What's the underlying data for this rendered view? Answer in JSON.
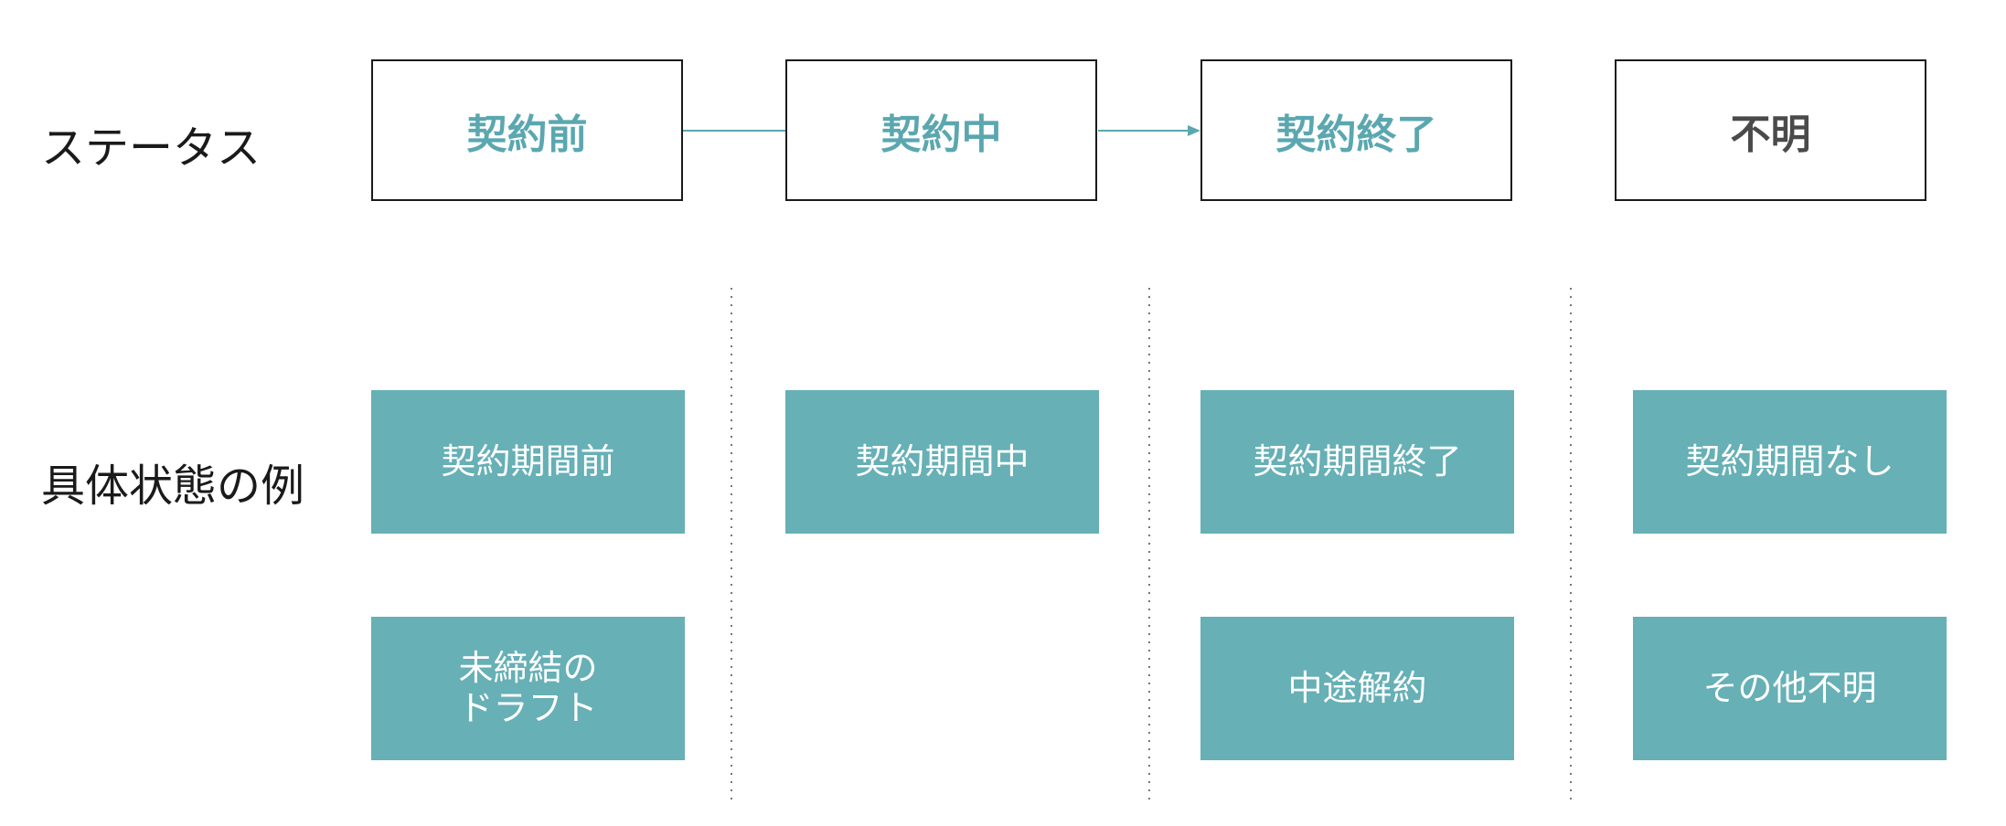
{
  "row_labels": {
    "status": "ステータス",
    "examples": "具体状態の例"
  },
  "statuses": [
    {
      "label": "契約前",
      "color": "#5ba7b0"
    },
    {
      "label": "契約中",
      "color": "#5ba7b0"
    },
    {
      "label": "契約終了",
      "color": "#5ba7b0"
    },
    {
      "label": "不明",
      "color": "#4a4a4a"
    }
  ],
  "examples": {
    "col1": [
      "契約期間前",
      "未締結の\nドラフト"
    ],
    "col2": [
      "契約期間中"
    ],
    "col3": [
      "契約期間終了",
      "中途解約"
    ],
    "col4": [
      "契約期間なし",
      "その他不明"
    ]
  },
  "colors": {
    "accent": "#66b0b6",
    "text_accent": "#5ba7b0",
    "unknown_text": "#4a4a4a",
    "border": "#1a1a1a",
    "divider": "#777777"
  }
}
